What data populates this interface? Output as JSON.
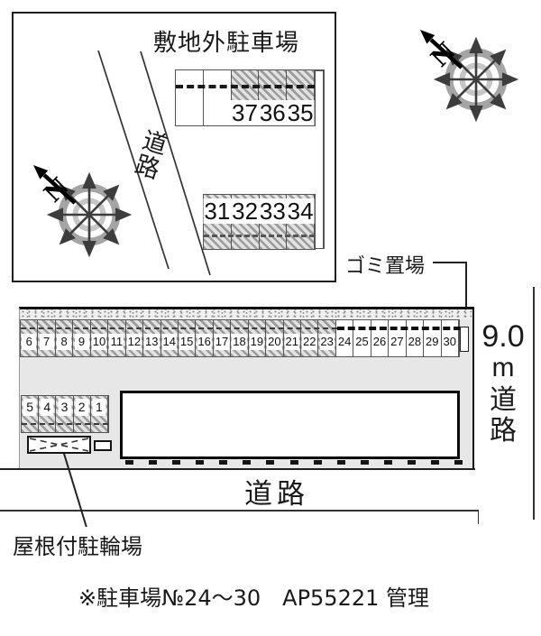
{
  "inset": {
    "title": "敷地外駐車場",
    "road_label_chars": [
      "道",
      "路"
    ],
    "top_row": [
      "",
      "",
      "37",
      "36",
      "35"
    ],
    "top_row_hatched_from": 2,
    "bottom_row": [
      "31",
      "32",
      "33",
      "34"
    ]
  },
  "compass": {
    "north_label": "N"
  },
  "site": {
    "main_row": [
      "6",
      "7",
      "8",
      "9",
      "10",
      "11",
      "12",
      "13",
      "14",
      "15",
      "16",
      "17",
      "18",
      "19",
      "20",
      "21",
      "22",
      "23",
      "24",
      "25",
      "26",
      "27",
      "28",
      "29",
      "30"
    ],
    "main_row_hatched_count": 18,
    "small_row": [
      "5",
      "4",
      "3",
      "2",
      "1"
    ],
    "gomi_label": "ゴミ置場",
    "right_road_label": [
      "9.0",
      "m",
      "道",
      "路"
    ],
    "bottom_road_label": "道路",
    "bicycle_label": "屋根付駐輪場",
    "building_tick_count": 15
  },
  "caption": "※駐車場№24～30　AP55221 管理",
  "colors": {
    "site_bg": "#e7e7e7",
    "hatch_dark": "#9c9c9c",
    "hatch_light": "#e2e2e2",
    "line": "#1a1a1a",
    "compass_ring_outer": "#9b9b9b",
    "compass_ring_inner": "#c6c6c6"
  }
}
